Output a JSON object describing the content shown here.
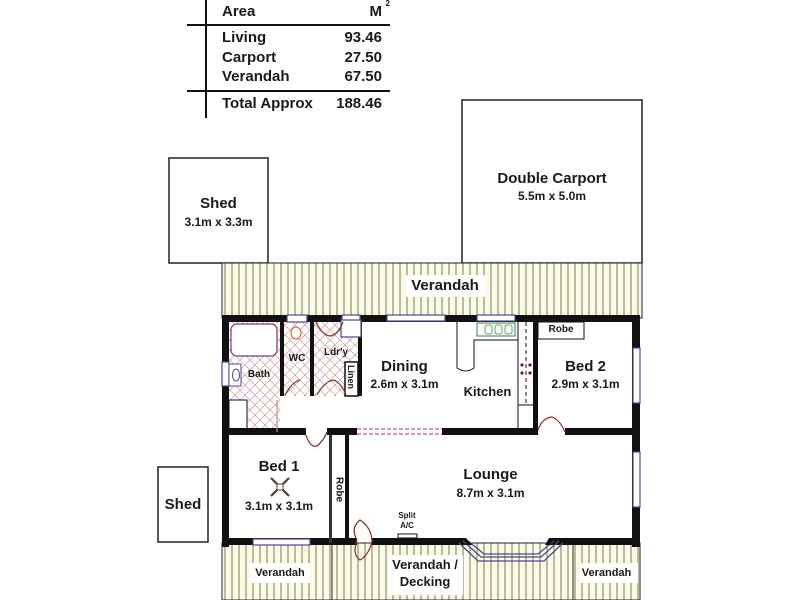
{
  "area_table": {
    "header": {
      "label": "Area",
      "unit": "M",
      "unit_sup": "2"
    },
    "rows": [
      {
        "label": "Living",
        "value": "93.46"
      },
      {
        "label": "Carport",
        "value": "27.50"
      },
      {
        "label": "Verandah",
        "value": "67.50"
      }
    ],
    "total": {
      "label": "Total Approx",
      "value": "188.46"
    }
  },
  "rooms": {
    "shed_top": {
      "name": "Shed",
      "dims": "3.1m x 3.3m"
    },
    "double_carport": {
      "name": "Double Carport",
      "dims": "5.5m x 5.0m"
    },
    "verandah_top": {
      "name": "Verandah"
    },
    "bath": {
      "name": "Bath"
    },
    "wc": {
      "name": "WC"
    },
    "laundry": {
      "name": "Ldr'y"
    },
    "linen": {
      "name": "Linen"
    },
    "dining": {
      "name": "Dining",
      "dims": "2.6m x 3.1m"
    },
    "kitchen": {
      "name": "Kitchen"
    },
    "robe_bed2": {
      "name": "Robe"
    },
    "bed2": {
      "name": "Bed 2",
      "dims": "2.9m x 3.1m"
    },
    "bed1": {
      "name": "Bed 1",
      "dims": "3.1m x 3.1m"
    },
    "robe_bed1": {
      "name": "Robe"
    },
    "lounge": {
      "name": "Lounge",
      "dims": "8.7m x 3.1m"
    },
    "split_ac": {
      "line1": "Split",
      "line2": "A/C"
    },
    "shed_bottom": {
      "name": "Shed"
    },
    "verandah_bottom_left": {
      "name": "Verandah"
    },
    "verandah_decking": {
      "line1": "Verandah /",
      "line2": "Decking"
    },
    "verandah_bottom_right": {
      "name": "Verandah"
    }
  },
  "colors": {
    "wall": "#111111",
    "verandah_fill": "#fbfbe8",
    "verandah_hatch": "#8e916a",
    "window": "#4a4a8c",
    "door": "#8b2a2a",
    "tile_hatch": "#c98a8a",
    "fixture": "#7a3a7a",
    "stove": "#3a8a4a"
  }
}
